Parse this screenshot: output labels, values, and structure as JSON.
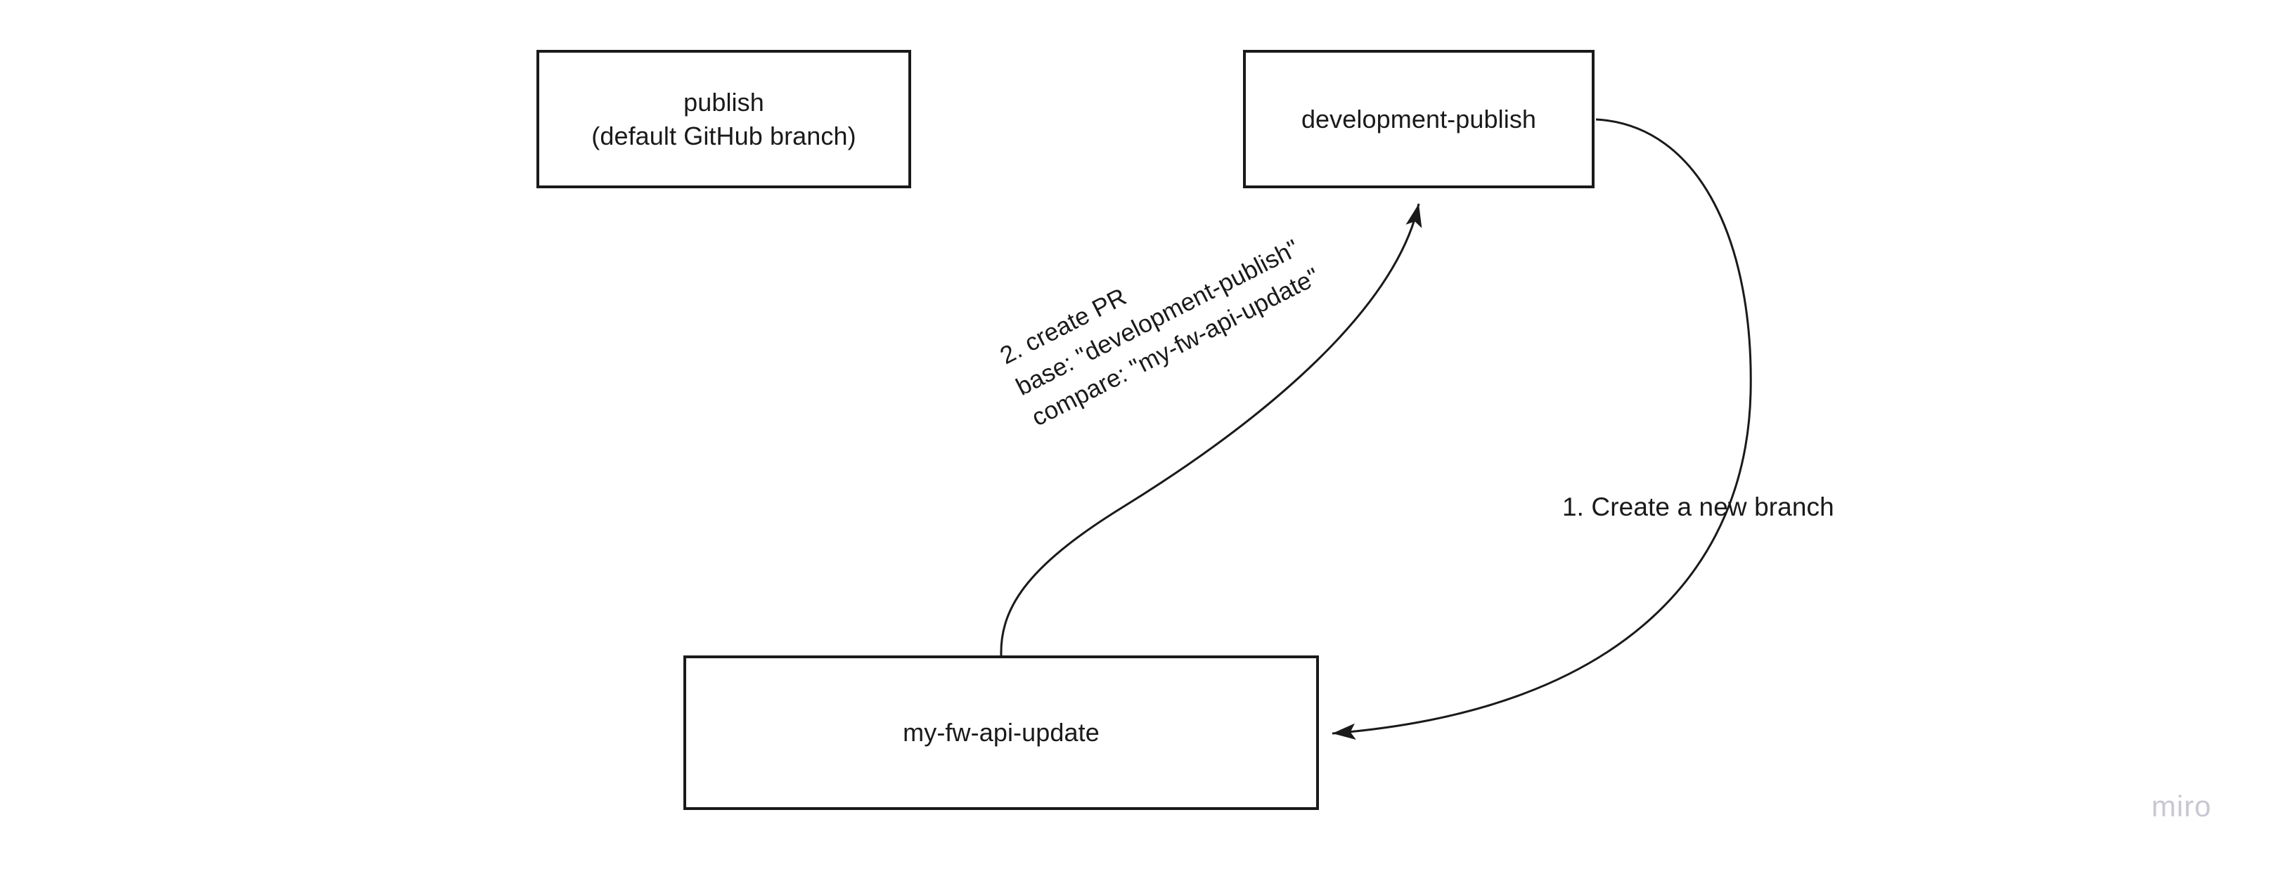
{
  "diagram": {
    "title": "GitHub branch workflow",
    "background_color": "#ffffff",
    "stroke_color": "#1a1a1a",
    "nodes": [
      {
        "id": "publish",
        "label": "publish\n(default GitHub branch)",
        "line1": "publish",
        "line2": "(default GitHub branch)"
      },
      {
        "id": "development-publish",
        "label": "development-publish"
      },
      {
        "id": "my-fw-api-update",
        "label": "my-fw-api-update"
      }
    ],
    "edges": [
      {
        "id": "create-branch",
        "from": "development-publish",
        "to": "my-fw-api-update",
        "label": "1. Create a new branch"
      },
      {
        "id": "create-pr",
        "from": "my-fw-api-update",
        "to": "development-publish",
        "label": "2. create PR\nbase: \"development-publish\"\ncompare: \"my-fw-api-update\"",
        "line1": "2. create PR",
        "line2": "base: \"development-publish\"",
        "line3": "compare: \"my-fw-api-update\""
      }
    ]
  },
  "watermark": {
    "text": "miro",
    "color": "#c8c8d3"
  }
}
